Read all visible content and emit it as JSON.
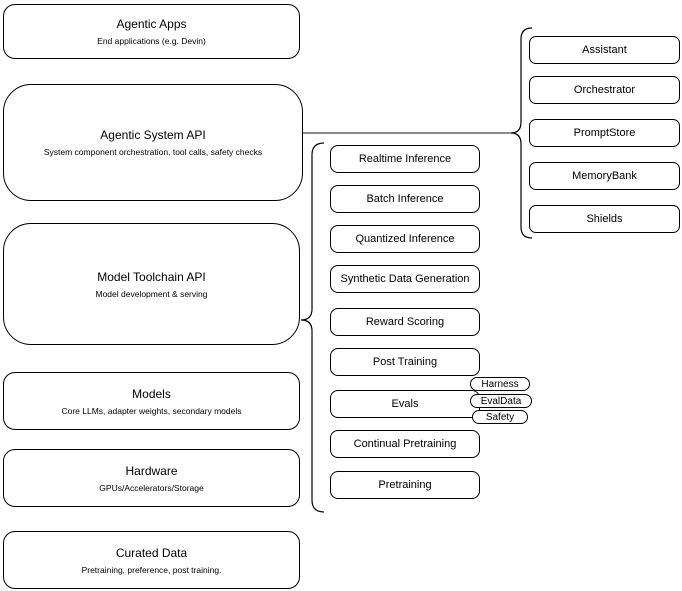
{
  "diagram": {
    "left_stack": [
      {
        "title": "Agentic Apps",
        "subtitle": "End applications (e.g. Devin)"
      },
      {
        "title": "Agentic System API",
        "subtitle": "System component orchestration, tool calls, safety checks"
      },
      {
        "title": "Model Toolchain API",
        "subtitle": "Model development & serving"
      },
      {
        "title": "Models",
        "subtitle": "Core LLMs, adapter weights, secondary models"
      },
      {
        "title": "Hardware",
        "subtitle": "GPUs/Accelerators/Storage"
      },
      {
        "title": "Curated Data",
        "subtitle": "Pretraining, preference, post training."
      }
    ],
    "toolchain_items": [
      "Realtime Inference",
      "Batch Inference",
      "Quantized Inference",
      "Synthetic Data Generation",
      "Reward Scoring",
      "Post Training",
      "Evals",
      "Continual Pretraining",
      "Pretraining"
    ],
    "evals_tags": [
      "Harness",
      "EvalData",
      "Safety"
    ],
    "system_components": [
      "Assistant",
      "Orchestrator",
      "PromptStore",
      "MemoryBank",
      "Shields"
    ],
    "colors": {
      "stroke": "#000000",
      "fill": "#ffffff",
      "connector": "#666666"
    }
  }
}
